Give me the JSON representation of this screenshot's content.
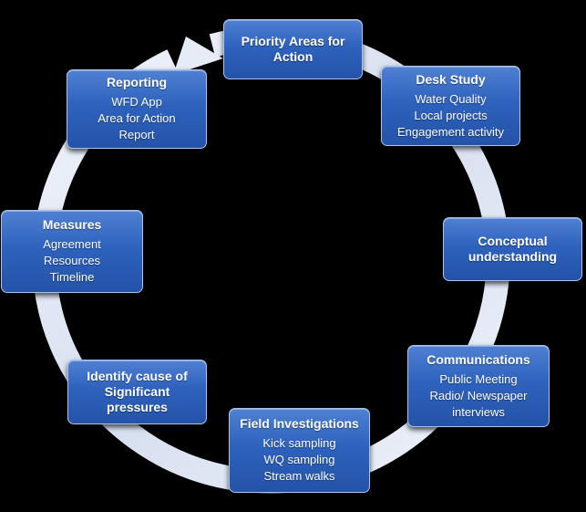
{
  "diagram": {
    "nodes": [
      {
        "id": "priority-areas",
        "title": [
          "Priority Areas for",
          "Action"
        ],
        "items": []
      },
      {
        "id": "desk-study",
        "title": [
          "Desk Study"
        ],
        "items": [
          "Water Quality",
          "Local projects",
          "Engagement activity"
        ]
      },
      {
        "id": "conceptual-understanding",
        "title": [
          "Conceptual",
          "understanding"
        ],
        "items": []
      },
      {
        "id": "communications",
        "title": [
          "Communications"
        ],
        "items": [
          "Public Meeting",
          "Radio/ Newspaper",
          "interviews"
        ]
      },
      {
        "id": "field-investigations",
        "title": [
          "Field Investigations"
        ],
        "items": [
          "Kick sampling",
          "WQ sampling",
          "Stream walks"
        ]
      },
      {
        "id": "identify-cause",
        "title": [
          "Identify cause of",
          "Significant",
          "pressures"
        ],
        "items": []
      },
      {
        "id": "measures",
        "title": [
          "Measures"
        ],
        "items": [
          "Agreement",
          "Resources",
          "Timeline"
        ]
      },
      {
        "id": "reporting",
        "title": [
          "Reporting"
        ],
        "items": [
          "WFD App",
          "Area for Action",
          "Report"
        ]
      }
    ],
    "cycle_direction": "clockwise",
    "colors": {
      "background": "#000000",
      "node_fill": "#2e62bd",
      "node_border": "#a9c4ec",
      "ring": "#e3e9f5"
    }
  }
}
